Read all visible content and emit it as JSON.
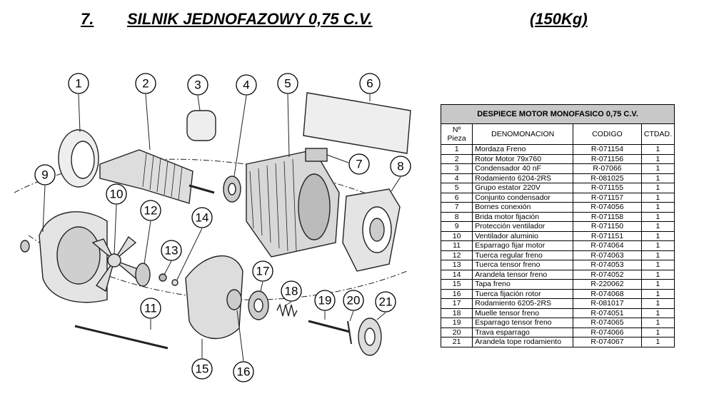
{
  "header": {
    "number": "7.",
    "title": "SILNIK JEDNOFAZOWY 0,75 C.V.",
    "weight": "(150Kg)"
  },
  "table": {
    "caption": "DESPIECE MOTOR MONOFASICO 0,75 C.V.",
    "columns": [
      "Nº Pieza",
      "DENOMONACION",
      "CODIGO",
      "CTDAD."
    ],
    "rows": [
      [
        "1",
        "Mordaza Freno",
        "R-071154",
        "1"
      ],
      [
        "2",
        "Rotor Motor 79x760",
        "R-071156",
        "1"
      ],
      [
        "3",
        "Condensador 40 nF",
        "R-07066",
        "1"
      ],
      [
        "4",
        "Rodamiento 6204-2RS",
        "R-081025",
        "1"
      ],
      [
        "5",
        "Grupo estator 220V",
        "R-071155",
        "1"
      ],
      [
        "6",
        "Conjunto condensador",
        "R-071157",
        "1"
      ],
      [
        "7",
        "Bornes conexión",
        "R-074056",
        "1"
      ],
      [
        "8",
        "Brida motor fijación",
        "R-071158",
        "1"
      ],
      [
        "9",
        "Protección ventilador",
        "R-071150",
        "1"
      ],
      [
        "10",
        "Ventilador aluminio",
        "R-071151",
        "1"
      ],
      [
        "11",
        "Esparrago fijar motor",
        "R-074064",
        "1"
      ],
      [
        "12",
        "Tuerca regular freno",
        "R-074063",
        "1"
      ],
      [
        "13",
        "Tuerca tensor freno",
        "R-074053",
        "1"
      ],
      [
        "14",
        "Arandela tensor freno",
        "R-074052",
        "1"
      ],
      [
        "15",
        "Tapa freno",
        "R-220062",
        "1"
      ],
      [
        "16",
        "Tuerca fijación rotor",
        "R-074068",
        "1"
      ],
      [
        "17",
        "Rodamiento 6205-2RS",
        "R-081017",
        "1"
      ],
      [
        "18",
        "Muelle tensor freno",
        "R-074051",
        "1"
      ],
      [
        "19",
        "Esparrago tensor freno",
        "R-074065",
        "1"
      ],
      [
        "20",
        "Trava esparrago",
        "R-074066",
        "1"
      ],
      [
        "21",
        "Arandela tope rodamiento",
        "R-074067",
        "1"
      ]
    ]
  },
  "diagram": {
    "callouts": [
      "1",
      "2",
      "3",
      "4",
      "5",
      "6",
      "7",
      "8",
      "9",
      "10",
      "11",
      "12",
      "13",
      "14",
      "15",
      "16",
      "17",
      "18",
      "19",
      "20",
      "21"
    ]
  }
}
